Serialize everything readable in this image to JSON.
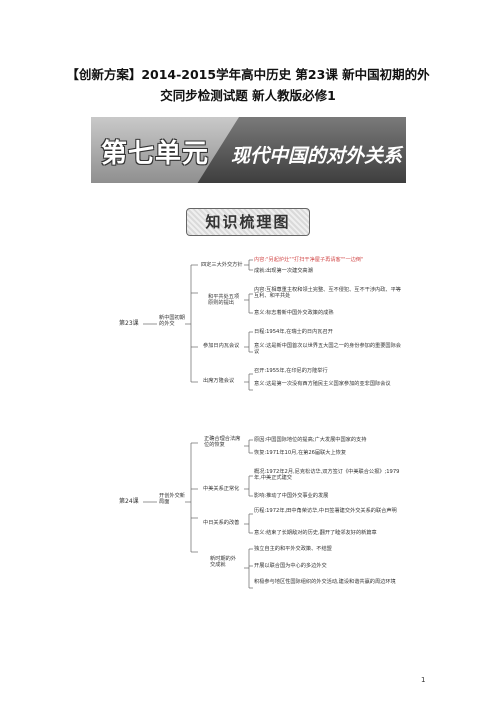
{
  "header": {
    "title_line1": "【创新方案】2014-2015学年高中历史 第23课 新中国初期的外",
    "title_line2": "交同步检测试题 新人教版必修1"
  },
  "banner": {
    "unit": "第七单元",
    "unit_title": "现代中国的对外关系",
    "knowledge_map": "知识梳理图"
  },
  "lesson23": {
    "label": "第23课",
    "topic": "新中国初期的外交",
    "branches": [
      {
        "label": "四定三大外交方针",
        "leaves": [
          "内容:\"另起炉灶\"\"打扫干净屋子再请客\"\"一边倒\"",
          "成就:出现第一次建交高潮"
        ]
      },
      {
        "label": "和平共处五项原则的提出",
        "leaves": [
          "内容:互相尊重主权和领土完整、互不侵犯、互不干涉内政、平等互利、和平共处",
          "意义:标志着新中国外交政策的成熟"
        ]
      },
      {
        "label": "参加日内瓦会议",
        "leaves": [
          "日程:1954年,在瑞士的日内瓦召开",
          "意义:这是新中国首次以世界五大国之一的身份参加的重要国际会议"
        ]
      },
      {
        "label": "出席万隆会议",
        "leaves": [
          "召开:1955年,在印尼的万隆举行",
          "意义:这是第一次没有西方殖民主义国家参加的亚非国际会议"
        ]
      }
    ]
  },
  "lesson24": {
    "label": "第24课",
    "topic": "开创外交新局面",
    "branches": [
      {
        "label": "正确合理合法席位的恢复",
        "leaves": [
          "原因:中国国际地位的提高;广大发展中国家的支持",
          "恢复:1971年10月,在第26届联大上恢复"
        ]
      },
      {
        "label": "中美关系正常化",
        "leaves": [
          "概况:1972年2月,尼克松访华,双方签订《中美联合公报》;1979年,中美正式建交",
          "影响:推动了中国外交事业的发展"
        ]
      },
      {
        "label": "中日关系的改善",
        "leaves": [
          "历程:1972年,田中角荣访华,中日签署建交外交关系的联合声明",
          "意义:结束了长期敌对的历史,翻开了睦邻友好的新篇章"
        ]
      },
      {
        "label": "新时期的外交成就",
        "leaves": [
          "独立自主的和平外交政策、不结盟",
          "开展以联合国为中心的多边外交",
          "积极参与地区性国际组织的外交活动,建设和谐共赢的周边环境"
        ]
      }
    ]
  },
  "footer": {
    "page_number": "1"
  }
}
